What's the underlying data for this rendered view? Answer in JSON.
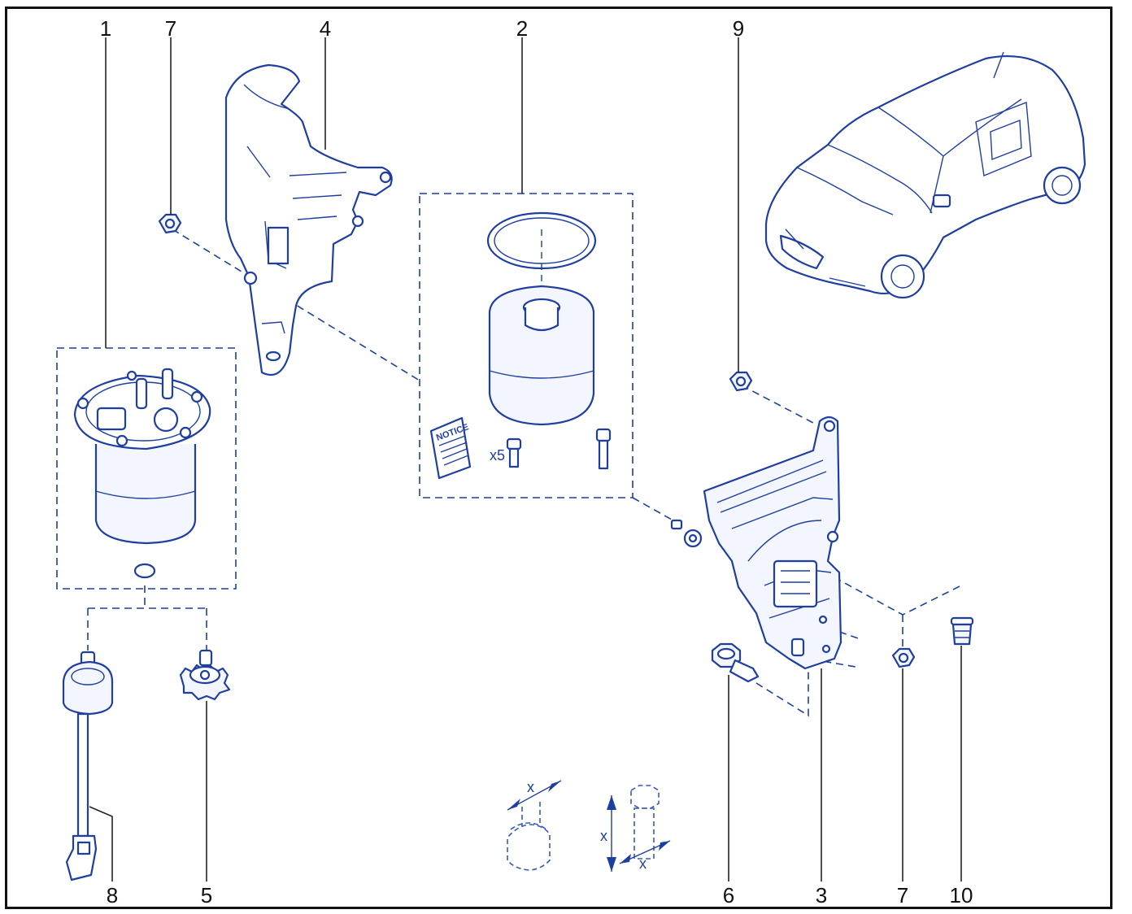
{
  "callouts": [
    {
      "id": "c1",
      "text": "1"
    },
    {
      "id": "c7a",
      "text": "7"
    },
    {
      "id": "c4",
      "text": "4"
    },
    {
      "id": "c2",
      "text": "2"
    },
    {
      "id": "c9",
      "text": "9"
    },
    {
      "id": "c8",
      "text": "8"
    },
    {
      "id": "c5",
      "text": "5"
    },
    {
      "id": "c6",
      "text": "6"
    },
    {
      "id": "c3",
      "text": "3"
    },
    {
      "id": "c7b",
      "text": "7"
    },
    {
      "id": "c10",
      "text": "10"
    }
  ],
  "kit": {
    "notice_label": "NOTICE",
    "quantity_label": "x5"
  },
  "measure": {
    "nut_dim_label": "x",
    "bolt_length_label": "x",
    "bolt_dia_label": "x"
  },
  "colors": {
    "line": "#1f3fa0",
    "fill": "#f3f6ff",
    "frame": "#111111"
  }
}
